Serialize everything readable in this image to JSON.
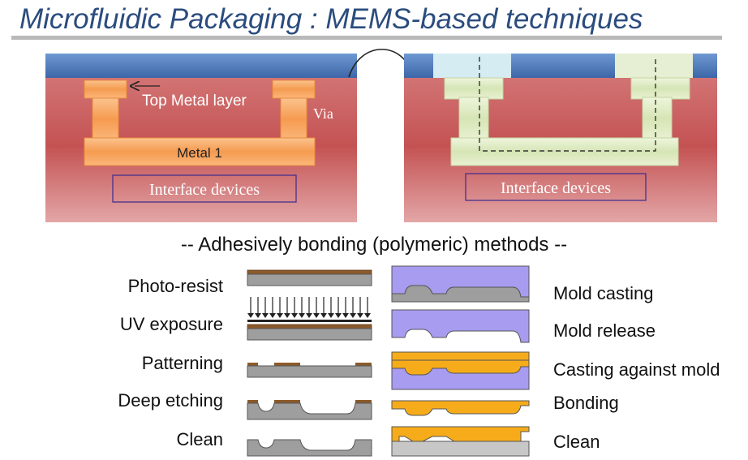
{
  "title": "Microfluidic Packaging : MEMS-based techniques",
  "top_panel": {
    "left": {
      "top_metal_label": "Top Metal layer",
      "via_label": "Via",
      "metal1_label": "Metal 1",
      "interface_label": "Interface devices"
    },
    "right": {
      "interface_label": "Interface devices"
    }
  },
  "subtitle": "-- Adhesively bonding (polymeric) methods --",
  "left_steps": [
    "Photo-resist",
    "UV exposure",
    "Patterning",
    "Deep etching",
    "Clean"
  ],
  "right_steps": [
    "Mold casting",
    "Mold release",
    "Casting against mold",
    "Bonding",
    "Clean"
  ],
  "colors": {
    "title": "#2b4c7e",
    "substrate_gray": "#9e9e9e",
    "photoresist_brown": "#8b5a2b",
    "mold_purple": "#a79cf0",
    "casting_orange": "#f6ac1a",
    "metal_orange": "#f5a05c",
    "etched_green": "#e2edcc",
    "chip_red": "#cf6f70",
    "chip_blue": "#4f7ec0"
  }
}
